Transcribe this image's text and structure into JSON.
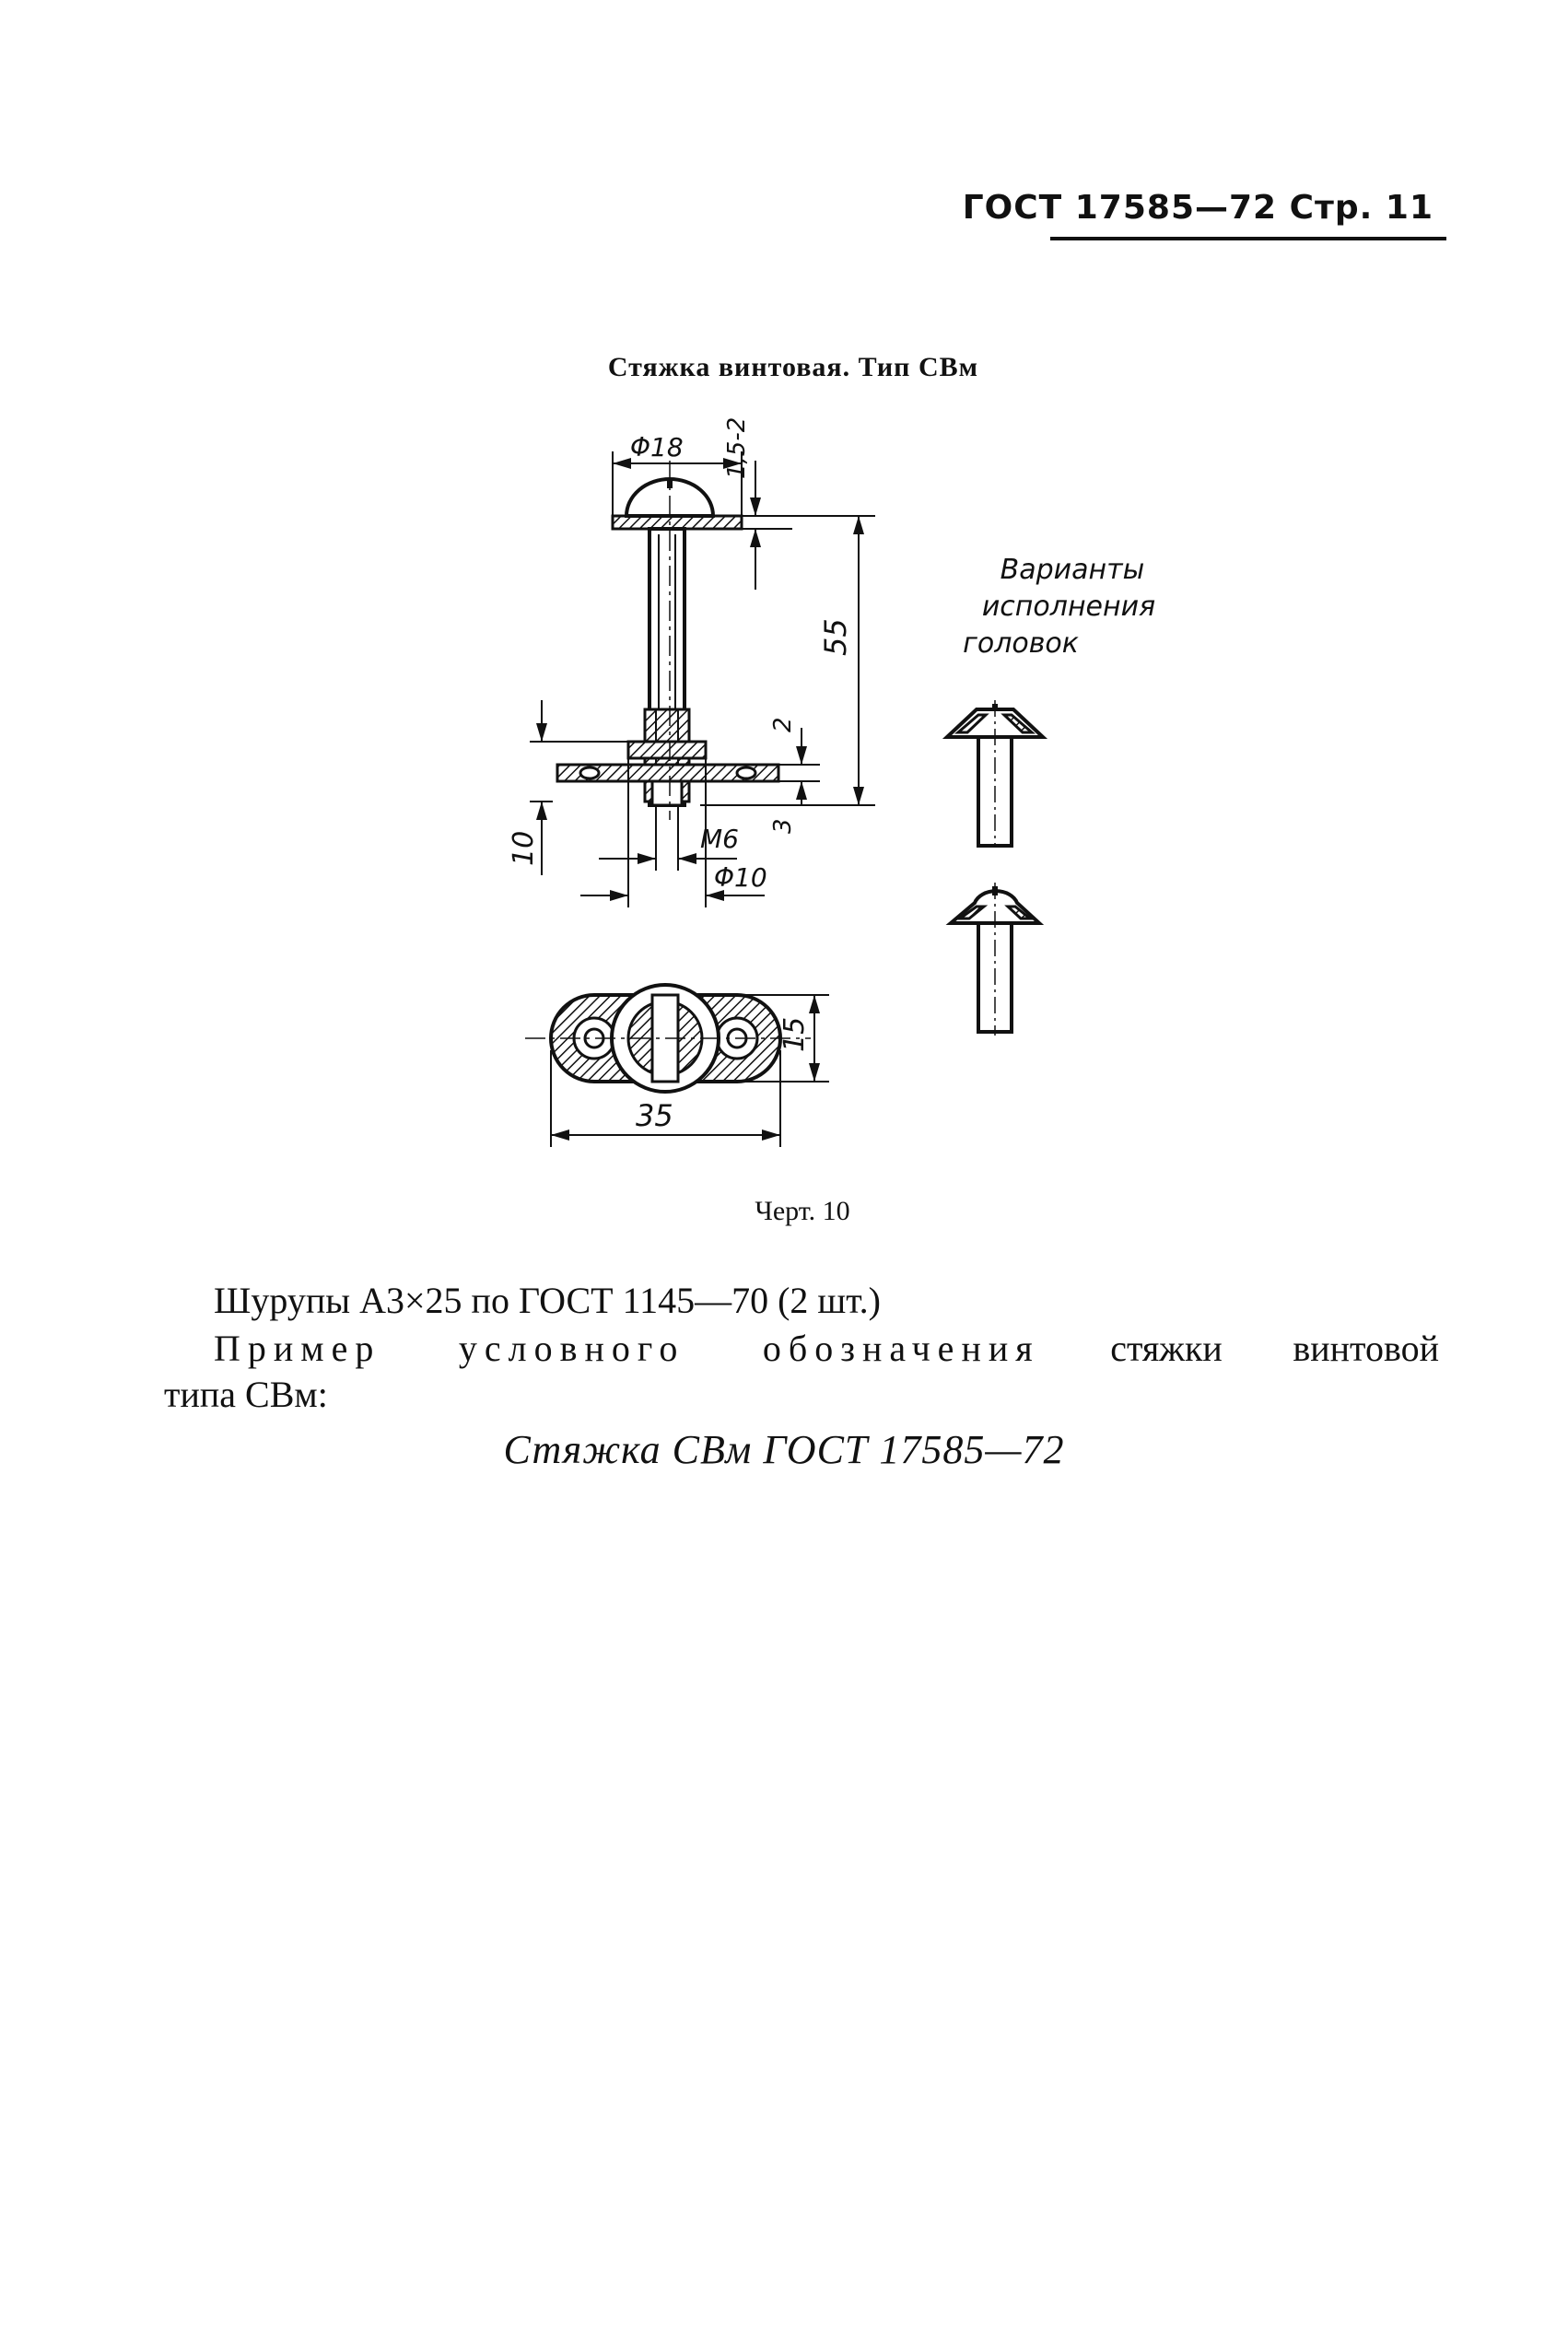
{
  "header": {
    "text": "ГОСТ 17585—72 Стр. 11"
  },
  "drawing": {
    "title": "Стяжка винтовая. Тип СВм",
    "dims": {
      "head_dia": "Φ18",
      "head_height": "1,5-2",
      "length": "55",
      "nut_height": "2",
      "gap": "3",
      "plate": "10",
      "thread": "M6",
      "nut_dia": "Φ10",
      "width": "15",
      "overall": "35"
    },
    "variants_label_lines": [
      "Варианты",
      "исполнения",
      "головок"
    ],
    "caption": "Черт. 10"
  },
  "body": {
    "screws": "Шурупы А3×25 по ГОСТ 1145—70 (2 шт.)",
    "example_line1_spaced": "Пример условного обозначения",
    "example_line1_rest": "стяжки винтовой",
    "example_line2": "типа СВм:",
    "designation": "Стяжка СВм ГОСТ 17585—72"
  }
}
